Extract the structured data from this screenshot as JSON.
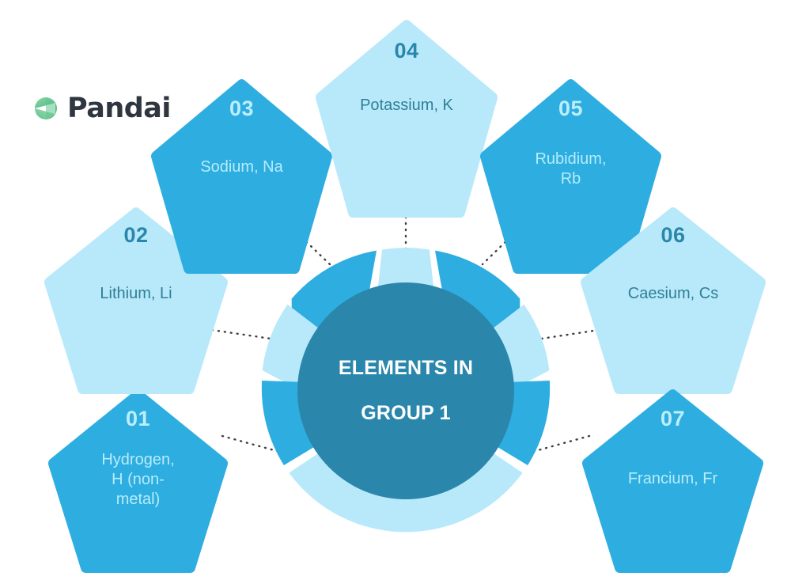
{
  "brand": {
    "name": "Pandai",
    "mark": "pandai-leaf-logo"
  },
  "center": {
    "title_line1": "ELEMENTS IN",
    "title_line2": "GROUP 1",
    "title": "ELEMENTS IN GROUP 1"
  },
  "colors": {
    "light_blue": "#b8e9fa",
    "medium_blue": "#2eade0",
    "dark_teal": "#2a87ab",
    "white": "#ffffff",
    "text_dark": "#2f7f96",
    "text_light": "#b6ecfb",
    "logo_text": "#2f3640",
    "connector": "#3f3f3f"
  },
  "nodes": [
    {
      "number": "01",
      "label": "Hydrogen, H (non-metal)",
      "lines": [
        "Hydrogen,",
        "H (non-",
        "metal)"
      ],
      "style": "dark"
    },
    {
      "number": "02",
      "label": "Lithium, Li",
      "lines": [
        "Lithium, Li"
      ],
      "style": "light"
    },
    {
      "number": "03",
      "label": "Sodium, Na",
      "lines": [
        "Sodium, Na"
      ],
      "style": "dark"
    },
    {
      "number": "04",
      "label": "Potassium, K",
      "lines": [
        "Potassium, K"
      ],
      "style": "light"
    },
    {
      "number": "05",
      "label": "Rubidium, Rb",
      "lines": [
        "Rubidium,",
        "Rb"
      ],
      "style": "dark"
    },
    {
      "number": "06",
      "label": "Caesium, Cs",
      "lines": [
        "Caesium, Cs"
      ],
      "style": "light"
    },
    {
      "number": "07",
      "label": "Francium, Fr",
      "lines": [
        "Francium, Fr"
      ],
      "style": "dark"
    }
  ],
  "chart_data": {
    "type": "diagram",
    "title": "ELEMENTS IN GROUP 1",
    "layout": "radial-hub-and-spoke",
    "hub_label": "ELEMENTS IN GROUP 1",
    "node_count": 7,
    "categories": [
      "01",
      "02",
      "03",
      "04",
      "05",
      "06",
      "07"
    ],
    "values": [
      "Hydrogen, H (non-metal)",
      "Lithium, Li",
      "Sodium, Na",
      "Potassium, K",
      "Rubidium, Rb",
      "Caesium, Cs",
      "Francium, Fr"
    ],
    "legend": [],
    "grid": false
  }
}
